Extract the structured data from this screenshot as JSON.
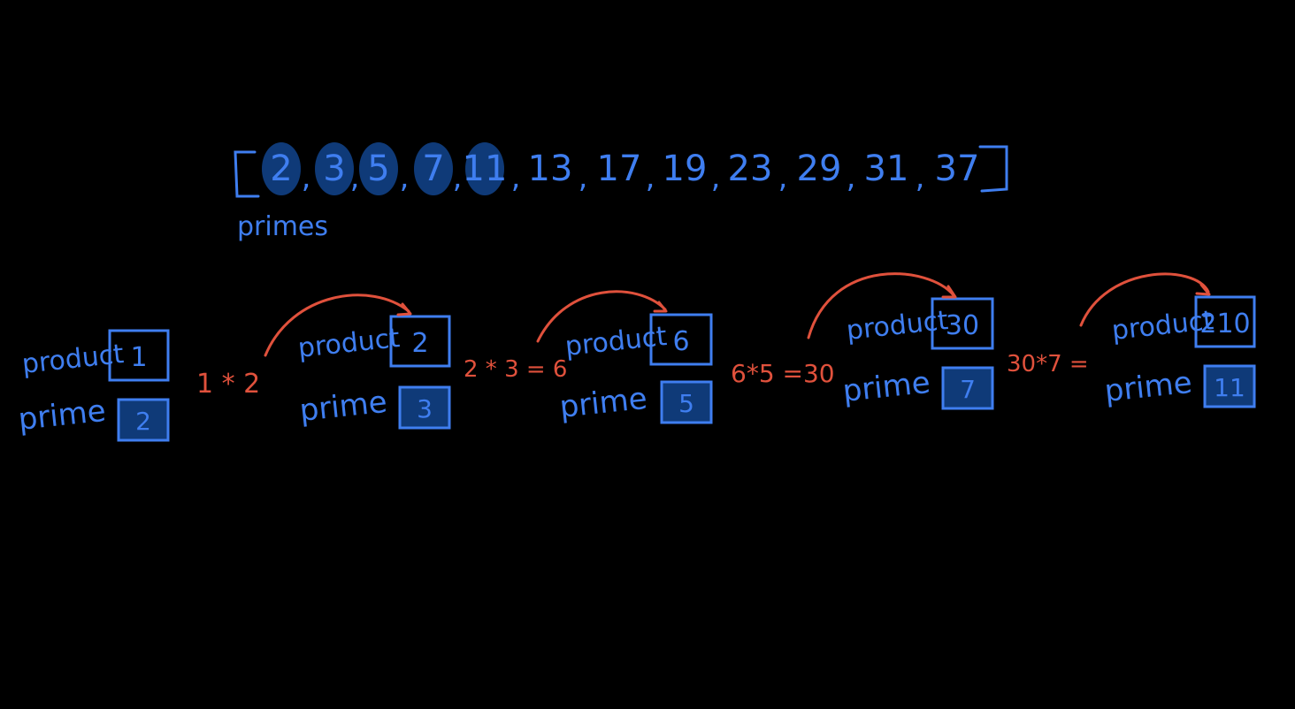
{
  "primes": {
    "values": [
      "2",
      "3",
      "5",
      "7",
      "11",
      "13",
      "17",
      "19",
      "23",
      "29",
      "31",
      "37"
    ],
    "highlighted_count": 5,
    "label": "primes"
  },
  "steps": [
    {
      "product_label": "product",
      "product": "1",
      "prime_label": "prime",
      "prime": "2",
      "calc": "1 * 2"
    },
    {
      "product_label": "product",
      "product": "2",
      "prime_label": "prime",
      "prime": "3",
      "calc": "2 * 3 = 6"
    },
    {
      "product_label": "product",
      "product": "6",
      "prime_label": "prime",
      "prime": "5",
      "calc": "6*5 =30"
    },
    {
      "product_label": "product",
      "product": "30",
      "prime_label": "prime",
      "prime": "7",
      "calc": "30*7 ="
    },
    {
      "product_label": "product",
      "product": "210",
      "prime_label": "prime",
      "prime": "11",
      "calc": ""
    }
  ],
  "colors": {
    "background": "#000000",
    "ink_blue": "#3f7ef0",
    "ink_red": "#e0513c",
    "highlight": "#0f3a78"
  }
}
